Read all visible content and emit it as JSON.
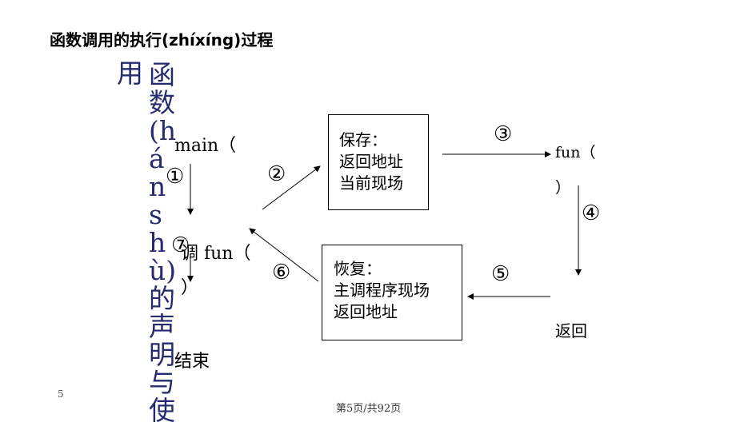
{
  "title": "函数调用的执行(zhíxíng)过程",
  "vertical_title": {
    "col1": "用",
    "col2": "函数(hánshù)的声明与使"
  },
  "main_label": "main（",
  "call_fun_label": "调 fun（",
  "main_close": "）",
  "end_label": "结束",
  "save_box": {
    "lines": [
      "保存：",
      "返回地址",
      "当前现场"
    ]
  },
  "restore_box": {
    "lines": [
      "恢复：",
      "主调程序现场",
      "返回地址"
    ]
  },
  "fun_label": "fun（",
  "fun_close": "）",
  "return_label": "返回",
  "steps": [
    "①",
    "②",
    "③",
    "④",
    "⑤",
    "⑥",
    "⑦"
  ],
  "footer": {
    "slide_number": "5",
    "page_text": "第5页/共92页"
  }
}
